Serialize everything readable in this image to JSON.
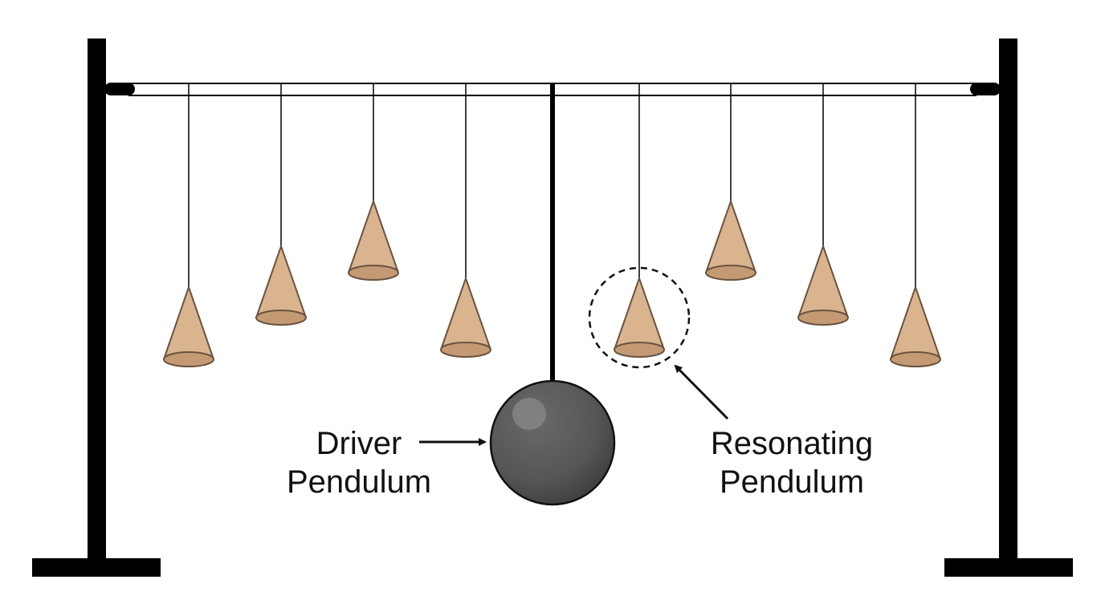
{
  "labels": {
    "driver_line1": "Driver",
    "driver_line2": "Pendulum",
    "resonating_line1": "Resonating",
    "resonating_line2": "Pendulum"
  },
  "colors": {
    "frame": "#000000",
    "cone_fill": "#d9b48f",
    "cone_base": "#c49a74",
    "cone_stroke": "#6b5240",
    "driver_ball": "#555555",
    "driver_ball_dark": "#3c3c3c",
    "highlight": "#8a8a8a",
    "dashed_circle": "#111111"
  },
  "icons": {
    "cones": "cone-bob",
    "driver": "sphere-bob",
    "highlight": "dashed-circle"
  }
}
